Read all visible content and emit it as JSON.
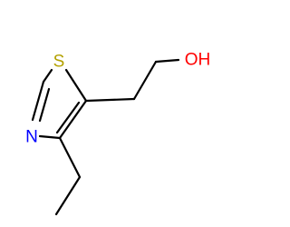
{
  "molecule": {
    "atoms": {
      "sulfur": {
        "symbol": "S",
        "color": "#b3a100"
      },
      "nitrogen": {
        "symbol": "N",
        "color": "#0000ff"
      },
      "hydroxyl": {
        "symbol": "OH",
        "color": "#ff0000"
      }
    }
  }
}
